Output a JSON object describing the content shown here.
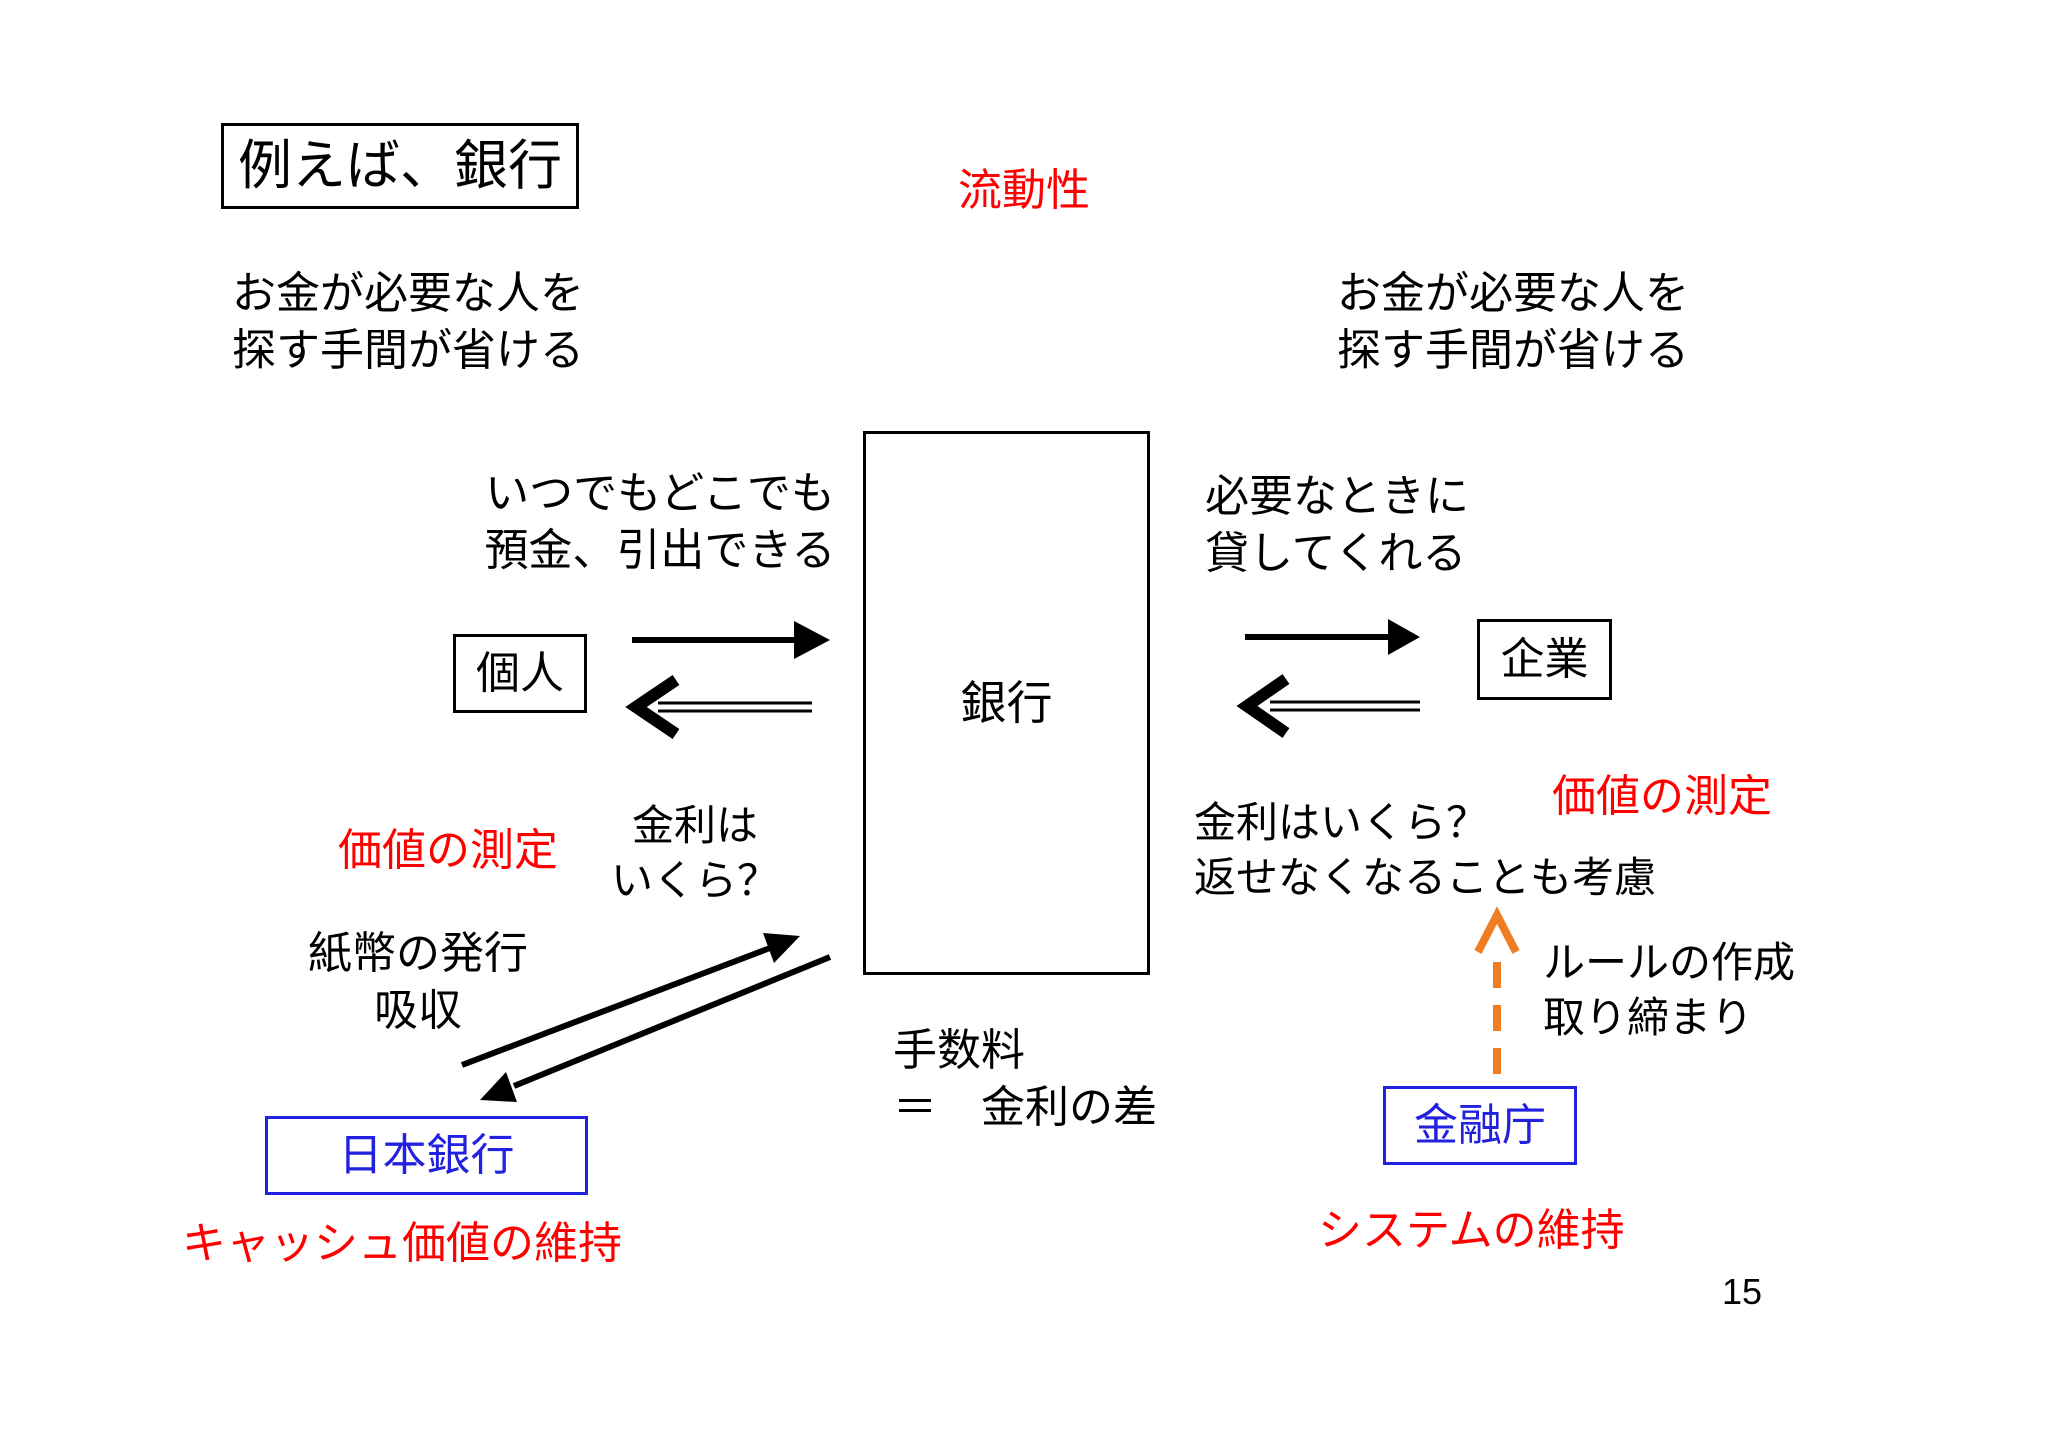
{
  "colors": {
    "red": "#ff0000",
    "blue": "#2121df",
    "orange": "#ee7d23",
    "black": "#000000",
    "background": "#ffffff"
  },
  "slide": {
    "title": "例えば、銀行",
    "page_number": "15"
  },
  "boxes": {
    "bank": "銀行",
    "individual": "個人",
    "company": "企業",
    "bank_of_japan": "日本銀行",
    "fsa": "金融庁"
  },
  "red_labels": {
    "liquidity": "流動性",
    "value_measurement_left": "価値の測定",
    "value_measurement_right": "価値の測定",
    "cash_value_maintenance": "キャッシュ価値の維持",
    "system_maintenance": "システムの維持"
  },
  "notes": {
    "benefit_left": [
      "お金が必要な人を",
      "探す手間が省ける"
    ],
    "benefit_right": [
      "お金が必要な人を",
      "探す手間が省ける"
    ],
    "deposit_anytime": [
      "いつでもどこでも",
      "預金、引出できる"
    ],
    "lend_when_needed": [
      "必要なときに",
      "貸してくれる"
    ],
    "interest_question_left": [
      "金利は",
      "いくら？"
    ],
    "interest_question_right": [
      "金利はいくら？",
      "返せなくなることも考慮"
    ],
    "banknote_issuance": [
      "紙幣の発行",
      "吸収"
    ],
    "fee": [
      "手数料",
      "＝　金利の差"
    ],
    "rules": [
      "ルールの作成",
      "取り締まり"
    ]
  },
  "arrows": {
    "individual_to_bank": "solid-right-arrow",
    "bank_to_individual": "double-line-left-arrow",
    "bank_to_company": "solid-right-arrow",
    "company_to_bank": "double-line-left-arrow",
    "boj_to_bank": "solid-up-right-arrow",
    "bank_to_boj": "solid-down-left-arrow",
    "fsa_up": "orange-dashed-up-arrow"
  }
}
